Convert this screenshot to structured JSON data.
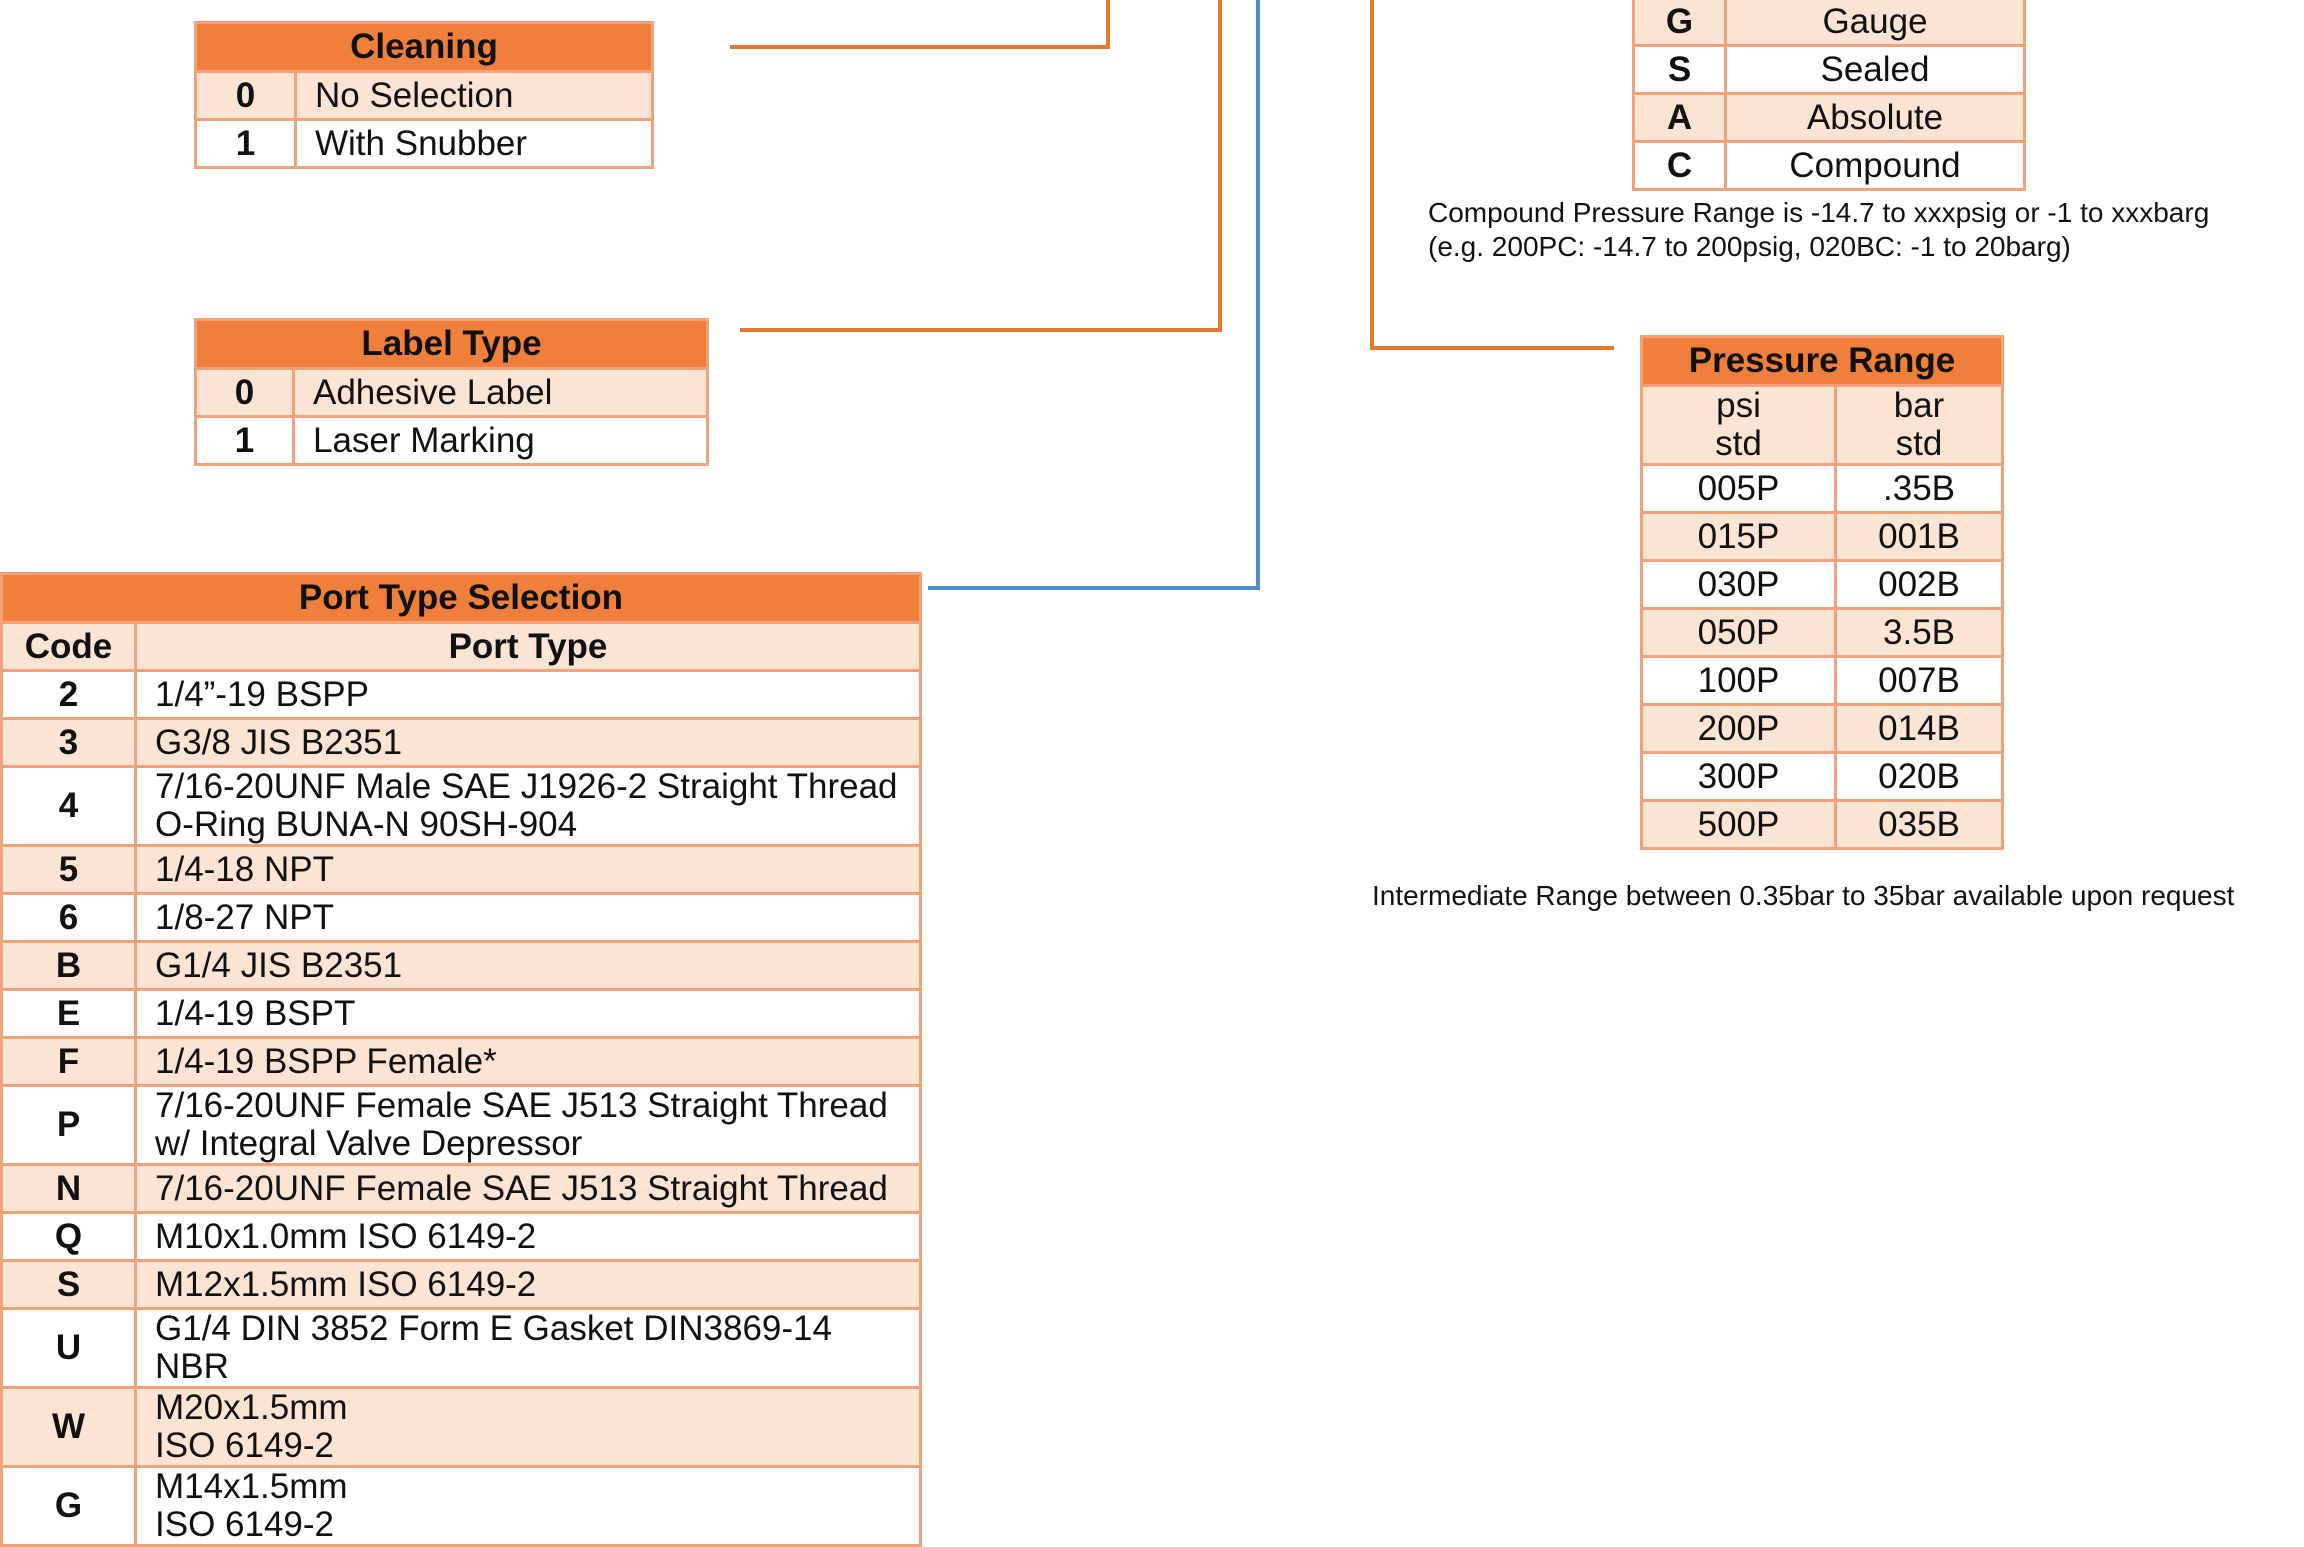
{
  "cleaning": {
    "title": "Cleaning",
    "rows": [
      {
        "code": "0",
        "label": "No Selection"
      },
      {
        "code": "1",
        "label": "With Snubber"
      }
    ]
  },
  "label_type": {
    "title": "Label Type",
    "rows": [
      {
        "code": "0",
        "label": "Adhesive Label"
      },
      {
        "code": "1",
        "label": "Laser Marking"
      }
    ]
  },
  "port_type": {
    "title": "Port Type Selection",
    "col_code": "Code",
    "col_type": "Port Type",
    "rows": [
      {
        "code": "2",
        "label": "1/4”-19 BSPP"
      },
      {
        "code": "3",
        "label": "G3/8 JIS B2351"
      },
      {
        "code": "4",
        "label": "7/16-20UNF Male SAE J1926-2 Straight Thread",
        "label2": "O-Ring BUNA-N 90SH-904"
      },
      {
        "code": "5",
        "label": "1/4-18 NPT"
      },
      {
        "code": "6",
        "label": "1/8-27 NPT"
      },
      {
        "code": "B",
        "label": "G1/4 JIS B2351"
      },
      {
        "code": "E",
        "label": "1/4-19 BSPT"
      },
      {
        "code": "F",
        "label": "1/4-19 BSPP Female*"
      },
      {
        "code": "P",
        "label": "7/16-20UNF Female SAE J513 Straight Thread",
        "label2": "w/ Integral Valve Depressor"
      },
      {
        "code": "N",
        "label": "7/16-20UNF Female SAE J513 Straight Thread"
      },
      {
        "code": "Q",
        "label": "M10x1.0mm ISO 6149-2"
      },
      {
        "code": "S",
        "label": "M12x1.5mm ISO 6149-2"
      },
      {
        "code": "U",
        "label": "G1/4 DIN 3852 Form E Gasket DIN3869-14",
        "label2": "NBR"
      },
      {
        "code": "W",
        "label": "M20x1.5mm",
        "label2": "ISO 6149-2"
      },
      {
        "code": "G",
        "label": "M14x1.5mm",
        "label2": "ISO 6149-2"
      }
    ]
  },
  "pressure_ref": {
    "rows": [
      {
        "code": "G",
        "label": "Gauge"
      },
      {
        "code": "S",
        "label": "Sealed"
      },
      {
        "code": "A",
        "label": "Absolute"
      },
      {
        "code": "C",
        "label": "Compound"
      }
    ],
    "note_line1": "Compound Pressure Range is  -14.7 to xxxpsig or  -1 to xxxbarg",
    "note_line2": "(e.g. 200PC: -14.7 to 200psig, 020BC: -1 to 20barg)"
  },
  "pressure_range": {
    "title": "Pressure Range",
    "col_psi": "psi",
    "col_psi_sub": "std",
    "col_bar": "bar",
    "col_bar_sub": "std",
    "rows": [
      {
        "psi": "005P",
        "bar": ".35B"
      },
      {
        "psi": "015P",
        "bar": "001B"
      },
      {
        "psi": "030P",
        "bar": "002B"
      },
      {
        "psi": "050P",
        "bar": "3.5B"
      },
      {
        "psi": "100P",
        "bar": "007B"
      },
      {
        "psi": "200P",
        "bar": "014B"
      },
      {
        "psi": "300P",
        "bar": "020B"
      },
      {
        "psi": "500P",
        "bar": "035B"
      }
    ],
    "note": "Intermediate Range between 0.35bar  to 35bar available upon request"
  },
  "colors": {
    "header_orange": "#ef7f3a",
    "row_tint": "#fbe4d4",
    "border": "#f0a27a",
    "connector_orange": "#e8772e",
    "connector_blue": "#4f8fc8"
  }
}
